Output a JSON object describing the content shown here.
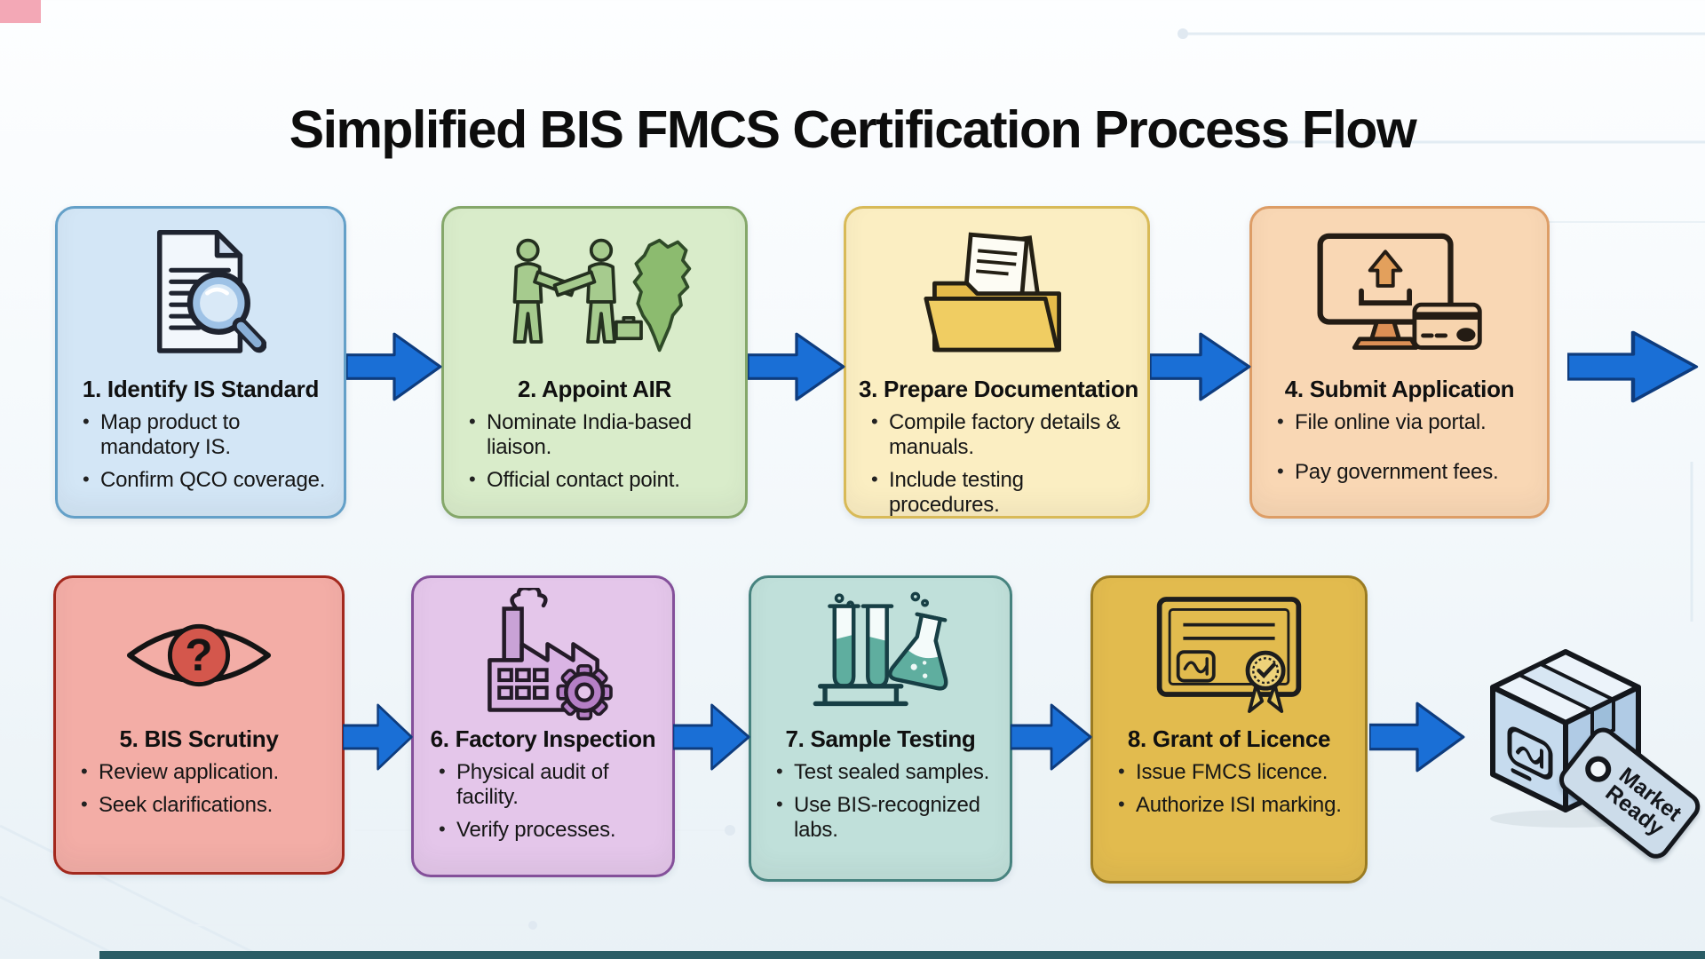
{
  "page": {
    "title": "Simplified BIS FMCS Certification Process Flow"
  },
  "cards": [
    {
      "title": "1. Identify IS Standard",
      "bullets": [
        "Map product to mandatory IS.",
        "Confirm QCO coverage."
      ],
      "icon": "document-magnifier-icon",
      "colors": {
        "bg": "#d3e6f6",
        "border": "#64a0c8"
      }
    },
    {
      "title": "2. Appoint AIR",
      "bullets": [
        "Nominate India-based liaison.",
        "Official contact point."
      ],
      "icon": "handshake-india-map-icon",
      "colors": {
        "bg": "#d9ecca",
        "border": "#85a76a"
      }
    },
    {
      "title": "3. Prepare Documentation",
      "bullets": [
        "Compile factory details & manuals.",
        "Include testing procedures."
      ],
      "icon": "folder-documents-icon",
      "colors": {
        "bg": "#fbeec2",
        "border": "#d8ba58"
      }
    },
    {
      "title": "4. Submit Application",
      "bullets": [
        "File online via portal.",
        "Pay government fees."
      ],
      "icon": "upload-payment-icon",
      "colors": {
        "bg": "#f9d7b4",
        "border": "#dd9d66"
      }
    },
    {
      "title": "5. BIS Scrutiny",
      "bullets": [
        "Review application.",
        "Seek clarifications."
      ],
      "icon": "scrutiny-eye-icon",
      "colors": {
        "bg": "#f3ada6",
        "border": "#a3281d"
      }
    },
    {
      "title": "6. Factory Inspection",
      "bullets": [
        "Physical audit of facility.",
        "Verify processes."
      ],
      "icon": "factory-gear-icon",
      "colors": {
        "bg": "#e4c6ea",
        "border": "#84509a"
      }
    },
    {
      "title": "7. Sample Testing",
      "bullets": [
        "Test sealed samples.",
        "Use BIS-recognized labs."
      ],
      "icon": "lab-testing-icon",
      "colors": {
        "bg": "#c0e0da",
        "border": "#47837f"
      }
    },
    {
      "title": "8. Grant of Licence",
      "bullets": [
        "Issue FMCS licence.",
        "Authorize ISI marking."
      ],
      "icon": "certificate-isi-icon",
      "colors": {
        "bg": "#e2bb4e",
        "border": "#9a7b22"
      }
    }
  ],
  "package": {
    "icon": "isi-marked-package-icon",
    "tag_lines": [
      "Market",
      "Ready"
    ]
  },
  "palette": {
    "arrow_fill": "#1a6fd6",
    "arrow_stroke": "#0e3c7e"
  }
}
